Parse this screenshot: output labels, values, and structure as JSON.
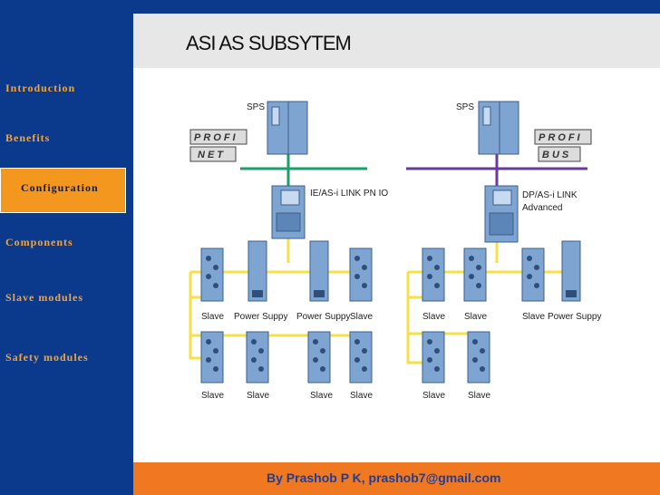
{
  "nav": {
    "items": [
      {
        "label": "Introduction"
      },
      {
        "label": "Benefits"
      },
      {
        "label": "Configuration"
      },
      {
        "label": "Components"
      },
      {
        "label": "Slave modules"
      },
      {
        "label": "Safety modules"
      }
    ],
    "active_index": 2
  },
  "slide": {
    "title": "ASI AS SUBSYTEM",
    "footer": "By  Prashob P K,  prashob7@gmail.com"
  },
  "diagram": {
    "left": {
      "controller": "SPS",
      "bus_logo": [
        "PROFI",
        "NET"
      ],
      "link": "IE/AS-i LINK PN IO",
      "row1": [
        "Slave",
        "Power Suppy",
        "Power Suppy",
        "Slave"
      ],
      "row2": [
        "Slave",
        "Slave",
        "Slave",
        "Slave"
      ]
    },
    "right": {
      "controller": "SPS",
      "bus_logo": [
        "PROFI",
        "BUS"
      ],
      "link": [
        "DP/AS-i LINK",
        "Advanced"
      ],
      "row1": [
        "Slave",
        "Slave",
        "Slave",
        "Power Suppy"
      ],
      "row2": [
        "Slave",
        "Slave"
      ]
    }
  },
  "colors": {
    "sidebar": "#0b3a8c",
    "nav_text": "#f2a43a",
    "active_bg": "#f3971f",
    "footer_bg": "#f07820",
    "footer_text": "#1a3fa0",
    "profinet_bus": "#1aa06a",
    "profibus_bus": "#6a3a9c",
    "asi_cable": "#f5e04a",
    "device": "#7ea4d2"
  }
}
